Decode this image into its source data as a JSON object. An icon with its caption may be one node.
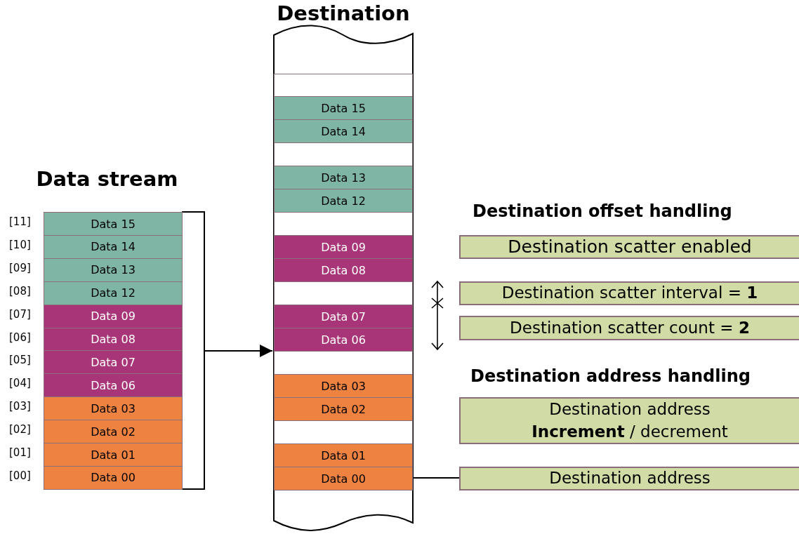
{
  "diagram": {
    "nodes": [
      {
        "text": [
          "Data stream"
        ]
      },
      {
        "text": [
          "Data 15"
        ],
        "in": 0
      },
      {
        "text": [
          "Data 14"
        ],
        "in": 0
      },
      {
        "text": [
          "Data 13"
        ],
        "in": 0
      },
      {
        "text": [
          "Data 12"
        ],
        "in": 0
      },
      {
        "text": [
          "Data 09"
        ],
        "in": 0
      },
      {
        "text": [
          "Data 08"
        ],
        "in": 0
      },
      {
        "text": [
          "Data 07"
        ],
        "in": 0
      },
      {
        "text": [
          "Data 06"
        ],
        "in": 0
      },
      {
        "text": [
          "Data 03"
        ],
        "in": 0
      },
      {
        "text": [
          "Data 02"
        ],
        "in": 0
      },
      {
        "text": [
          "Data 01"
        ],
        "in": 0
      },
      {
        "text": [
          "Data 00"
        ],
        "in": 0
      },
      {
        "text": [
          "Destination"
        ]
      },
      {
        "text": [],
        "shape": "box",
        "in": 13
      },
      {
        "text": [
          "Data 15"
        ],
        "in": 13
      },
      {
        "text": [
          "Data 14"
        ],
        "in": 13
      },
      {
        "text": [],
        "shape": "box",
        "in": 13
      },
      {
        "text": [
          "Data 13"
        ],
        "in": 13
      },
      {
        "text": [
          "Data 12"
        ],
        "in": 13
      },
      {
        "text": [],
        "shape": "box",
        "in": 13
      },
      {
        "text": [
          "Data 09"
        ],
        "in": 13
      },
      {
        "text": [
          "Data 08"
        ],
        "in": 13
      },
      {
        "text": [],
        "shape": "box",
        "in": 13
      },
      {
        "text": [
          "Data 07"
        ],
        "in": 13
      },
      {
        "text": [
          "Data 06"
        ],
        "in": 13
      },
      {
        "text": [],
        "shape": "box",
        "in": 13
      },
      {
        "text": [
          "Data 03"
        ],
        "in": 13
      },
      {
        "text": [
          "Data 02"
        ],
        "in": 13
      },
      {
        "text": [],
        "shape": "box",
        "in": 13
      },
      {
        "text": [
          "Data 01"
        ],
        "in": 13
      },
      {
        "text": [
          "Data 00"
        ],
        "in": 13
      },
      {
        "text": [
          "Destination scatter enabled"
        ]
      },
      {
        "text": [
          "Destination scatter interval = **1**"
        ]
      },
      {
        "text": [
          "Destination scatter count = **2**"
        ]
      },
      {
        "text": [
          "Destination address **Increment** / decrement"
        ]
      },
      {
        "text": [
          "Destination address"
        ]
      }
    ],
    "edges": [
      {
        "from": 0,
        "to": 13,
        "arrow": "to"
      },
      {
        "from": 31,
        "to": 36,
        "arrow": "none"
      }
    ],
    "labels": [
      "[11]",
      "[10]",
      "[09]",
      "[08]",
      "[07]",
      "[06]",
      "[05]",
      "[04]",
      "[03]",
      "[02]",
      "[01]",
      "[00]",
      "Destination offset handling",
      "Destination address handling"
    ]
  }
}
